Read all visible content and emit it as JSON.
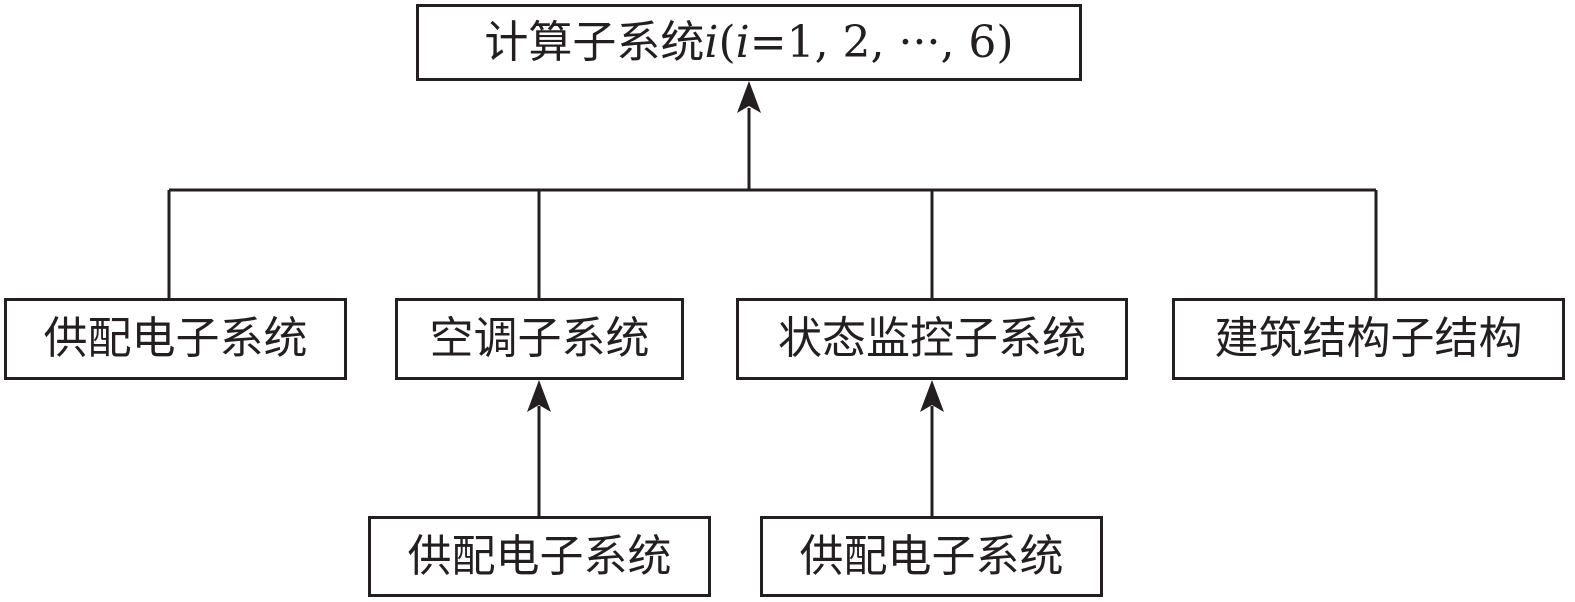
{
  "diagram": {
    "top_node": {
      "label_prefix": "计算子系统",
      "label_var": "i",
      "label_open": "(",
      "label_var2": "i",
      "label_rest": "=1, 2, ···, 6)"
    },
    "middle_nodes": [
      {
        "label": "供配电子系统"
      },
      {
        "label": "空调子系统"
      },
      {
        "label": "状态监控子系统"
      },
      {
        "label": "建筑结构子结构"
      }
    ],
    "bottom_nodes": [
      {
        "label": "供配电子系统"
      },
      {
        "label": "供配电子系统"
      }
    ],
    "edges": [
      {
        "from": "middle_nodes.0",
        "to": "top_node"
      },
      {
        "from": "middle_nodes.1",
        "to": "top_node"
      },
      {
        "from": "middle_nodes.2",
        "to": "top_node"
      },
      {
        "from": "middle_nodes.3",
        "to": "top_node"
      },
      {
        "from": "bottom_nodes.0",
        "to": "middle_nodes.1"
      },
      {
        "from": "bottom_nodes.1",
        "to": "middle_nodes.2"
      }
    ],
    "line_color": "#231f20"
  }
}
